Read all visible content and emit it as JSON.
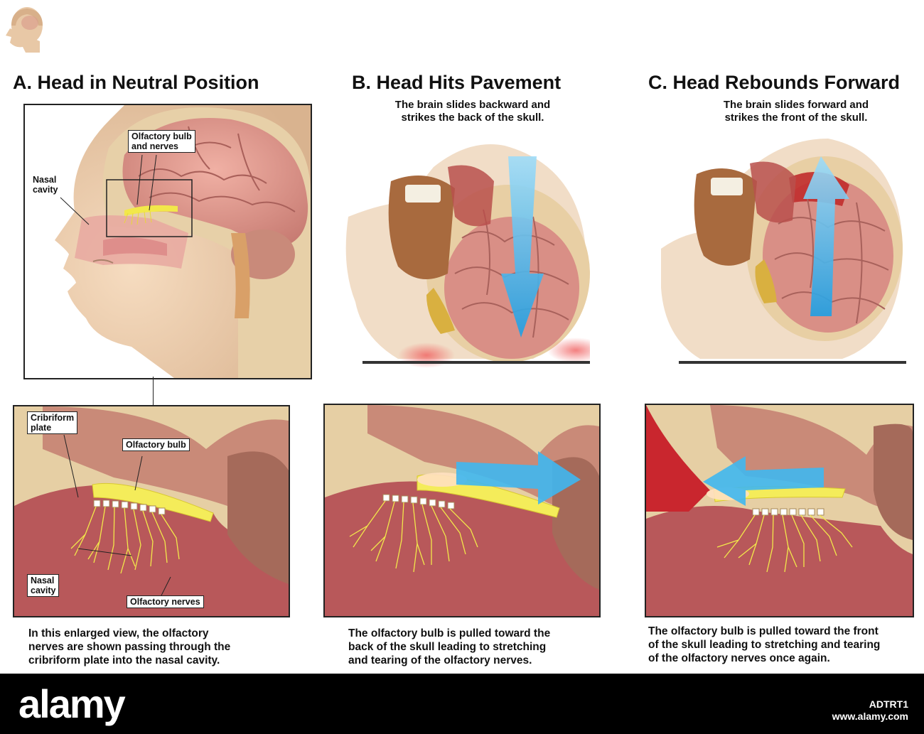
{
  "panels": {
    "a": {
      "title": "A. Head in Neutral Position",
      "labels": {
        "olfactory_bulb_and_nerves": "Olfactory bulb\nand nerves",
        "nasal_cavity": "Nasal\ncavity"
      },
      "zoom_labels": {
        "cribriform_plate": "Cribriform\nplate",
        "olfactory_bulb": "Olfactory bulb",
        "nasal_cavity": "Nasal\ncavity",
        "olfactory_nerves": "Olfactory nerves"
      },
      "caption": "In this enlarged view, the olfactory\nnerves are shown passing through the\ncribriform plate into the nasal cavity."
    },
    "b": {
      "title": "B. Head Hits Pavement",
      "subtitle": "The brain slides backward and\nstrikes the back of the skull.",
      "caption": "The olfactory bulb is pulled toward the\nback of the skull leading to stretching\nand tearing of the olfactory nerves."
    },
    "c": {
      "title": "C. Head Rebounds Forward",
      "subtitle": "The brain slides forward and\nstrikes the front of the skull.",
      "caption": "The olfactory bulb is pulled toward the front\nof the skull leading to stretching and tearing\nof the olfactory nerves once again."
    }
  },
  "footer": {
    "brand": "alamy",
    "ref": "www.alamy.com",
    "code": "ADTRT1"
  },
  "colors": {
    "brain": "#d98f86",
    "skull": "#e6cfa6",
    "nerve": "#f2e84a",
    "arrow": "#3fb7ef",
    "skin": "#f0d3b3"
  }
}
